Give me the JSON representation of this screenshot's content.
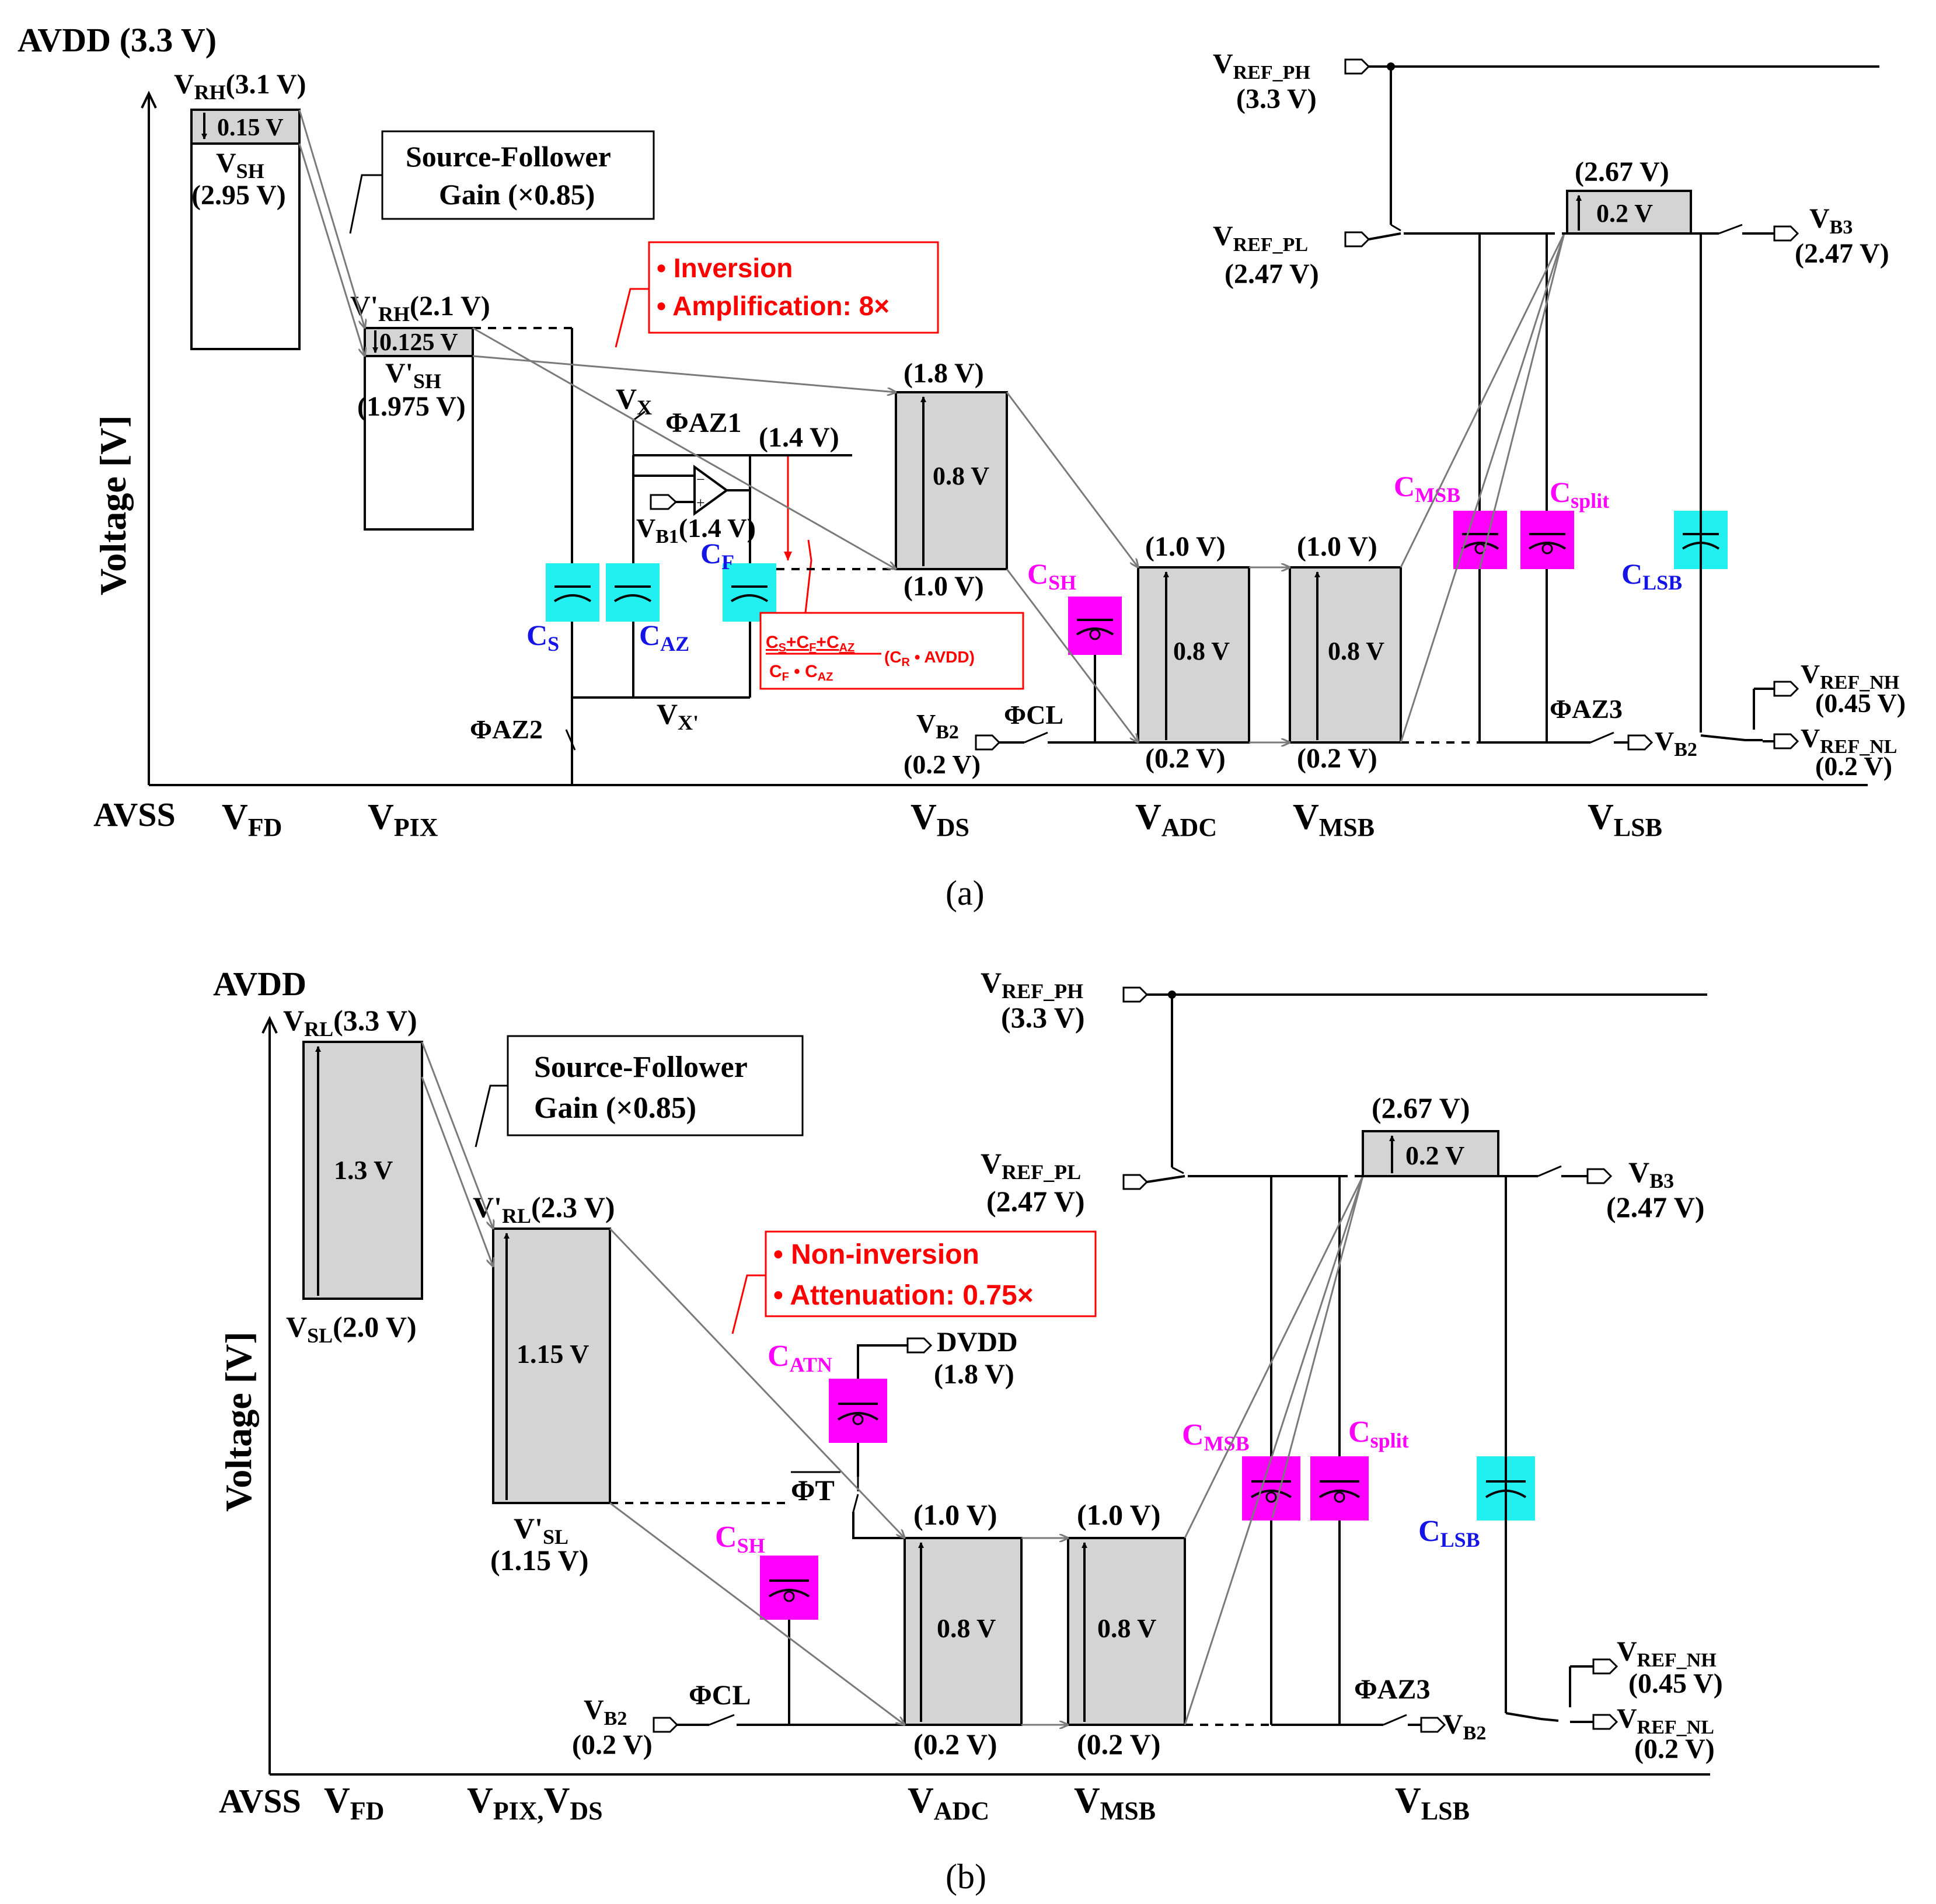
{
  "colors": {
    "cyan_capacitor": "#22f0f0",
    "magenta_capacitor": "#ff00ff",
    "blue_label": "#1414e6",
    "magenta_label": "#ff00ff",
    "red_annotation": "#ff0000",
    "signal_box": "#d4d4d4"
  },
  "panel_a": {
    "caption": "(a)",
    "avdd": "AVDD (3.3 V)",
    "yaxis": "Voltage [V]",
    "avss": "AVSS",
    "x_fd": "V",
    "x_fd_sub": "FD",
    "x_pix": "V",
    "x_pix_sub": "PIX",
    "x_ds": "V",
    "x_ds_sub": "DS",
    "x_adc": "V",
    "x_adc_sub": "ADC",
    "x_msb": "V",
    "x_msb_sub": "MSB",
    "x_lsb": "V",
    "x_lsb_sub": "LSB",
    "vrh": "V",
    "vrh_sub": "RH",
    "vrh_val": "(3.1 V)",
    "fd_swing": "0.15 V",
    "vsh": "V",
    "vsh_sub": "SH",
    "vsh_val": "(2.95 V)",
    "sf_line1": "Source-Follower",
    "sf_line2": "Gain (×0.85)",
    "vprh": "V'",
    "vprh_sub": "RH",
    "vprh_val": "(2.1 V)",
    "pix_swing": "0.125 V",
    "vpsh": "V'",
    "vpsh_sub": "SH",
    "vpsh_val": "(1.975 V)",
    "ann_inversion": "• Inversion",
    "ann_amplification": "• Amplification: 8×",
    "vx": "V",
    "vx_sub": "X",
    "phiaz1": "ΦAZ1",
    "az1_val": "(1.4 V)",
    "vb1": "V",
    "vb1_sub": "B1",
    "vb1_val": "(1.4 V)",
    "cf": "C",
    "cf_sub": "F",
    "cs": "C",
    "cs_sub": "S",
    "caz": "C",
    "caz_sub": "AZ",
    "phiaz2": "ΦAZ2",
    "vxp": "V",
    "vxp_sub": "X'",
    "formula_num": "C",
    "formula_num_s": "S",
    "formula_plus1": "+C",
    "formula_num_f": "F",
    "formula_plus2": "+C",
    "formula_num_az": "AZ",
    "formula_den": "C",
    "formula_den_f": "F",
    "formula_dot": " • C",
    "formula_den_az": "AZ",
    "formula_tail": "(C",
    "formula_tail_r": "R",
    "formula_tail_end": " • AVDD)",
    "ds_top": "(1.8 V)",
    "ds_swing": "0.8 V",
    "ds_bot": "(1.0 V)",
    "csh": "C",
    "csh_sub": "SH",
    "vb2": "V",
    "vb2_sub": "B2",
    "vb2_val": "(0.2 V)",
    "phicl": "ΦCL",
    "adc_top": "(1.0 V)",
    "adc_swing": "0.8 V",
    "adc_bot": "(0.2 V)",
    "msb_top": "(1.0 V)",
    "msb_swing": "0.8 V",
    "msb_bot": "(0.2 V)",
    "cmsb": "C",
    "cmsb_sub": "MSB",
    "csplit": "C",
    "csplit_sub": "split",
    "clsb": "C",
    "clsb_sub": "LSB",
    "phiaz3": "ΦAZ3",
    "vb2r": "V",
    "vb2r_sub": "B2",
    "vref_ph": "V",
    "vref_ph_sub": "REF_PH",
    "vref_ph_val": "(3.3 V)",
    "vref_pl": "V",
    "vref_pl_sub": "REF_PL",
    "vref_pl_val": "(2.47 V)",
    "lsb_top": "(2.67 V)",
    "lsb_swing": "0.2 V",
    "vb3": "V",
    "vb3_sub": "B3",
    "vb3_val": "(2.47 V)",
    "vref_nh": "V",
    "vref_nh_sub": "REF_NH",
    "vref_nh_val": "(0.45 V)",
    "vref_nl": "V",
    "vref_nl_sub": "REF_NL",
    "vref_nl_val": "(0.2 V)"
  },
  "panel_b": {
    "caption": "(b)",
    "avdd": "AVDD",
    "yaxis": "Voltage [V]",
    "avss": "AVSS",
    "x_fd": "V",
    "x_fd_sub": "FD",
    "x_pix": "V",
    "x_pix_sub": "PIX,",
    "x_ds": "V",
    "x_ds_sub": "DS",
    "x_adc": "V",
    "x_adc_sub": "ADC",
    "x_msb": "V",
    "x_msb_sub": "MSB",
    "x_lsb": "V",
    "x_lsb_sub": "LSB",
    "vrl": "V",
    "vrl_sub": "RL",
    "vrl_val": "(3.3 V)",
    "fd_swing": "1.3 V",
    "vsl": "V",
    "vsl_sub": "SL",
    "vsl_val": "(2.0 V)",
    "sf_line1": "Source-Follower",
    "sf_line2": "Gain (×0.85)",
    "vprl": "V'",
    "vprl_sub": "RL",
    "vprl_val": "(2.3 V)",
    "pix_swing": "1.15 V",
    "vpsl": "V'",
    "vpsl_sub": "SL",
    "vpsl_val": "(1.15 V)",
    "ann_noninv": "• Non-inversion",
    "ann_atten": "• Attenuation: 0.75×",
    "catn": "C",
    "catn_sub": "ATN",
    "dvdd": "DVDD",
    "dvdd_val": "(1.8 V)",
    "phit": "ΦT",
    "csh": "C",
    "csh_sub": "SH",
    "vb2": "V",
    "vb2_sub": "B2",
    "vb2_val": "(0.2 V)",
    "phicl": "ΦCL",
    "adc_top": "(1.0 V)",
    "adc_swing": "0.8 V",
    "adc_bot": "(0.2 V)",
    "msb_top": "(1.0 V)",
    "msb_swing": "0.8 V",
    "msb_bot": "(0.2 V)",
    "cmsb": "C",
    "cmsb_sub": "MSB",
    "csplit": "C",
    "csplit_sub": "split",
    "clsb": "C",
    "clsb_sub": "LSB",
    "phiaz3": "ΦAZ3",
    "vb2r": "V",
    "vb2r_sub": "B2",
    "vref_ph": "V",
    "vref_ph_sub": "REF_PH",
    "vref_ph_val": "(3.3 V)",
    "vref_pl": "V",
    "vref_pl_sub": "REF_PL",
    "vref_pl_val": "(2.47 V)",
    "lsb_top": "(2.67 V)",
    "lsb_swing": "0.2 V",
    "vb3": "V",
    "vb3_sub": "B3",
    "vb3_val": "(2.47 V)",
    "vref_nh": "V",
    "vref_nh_sub": "REF_NH",
    "vref_nh_val": "(0.45 V)",
    "vref_nl": "V",
    "vref_nl_sub": "REF_NL",
    "vref_nl_val": "(0.2 V)"
  }
}
